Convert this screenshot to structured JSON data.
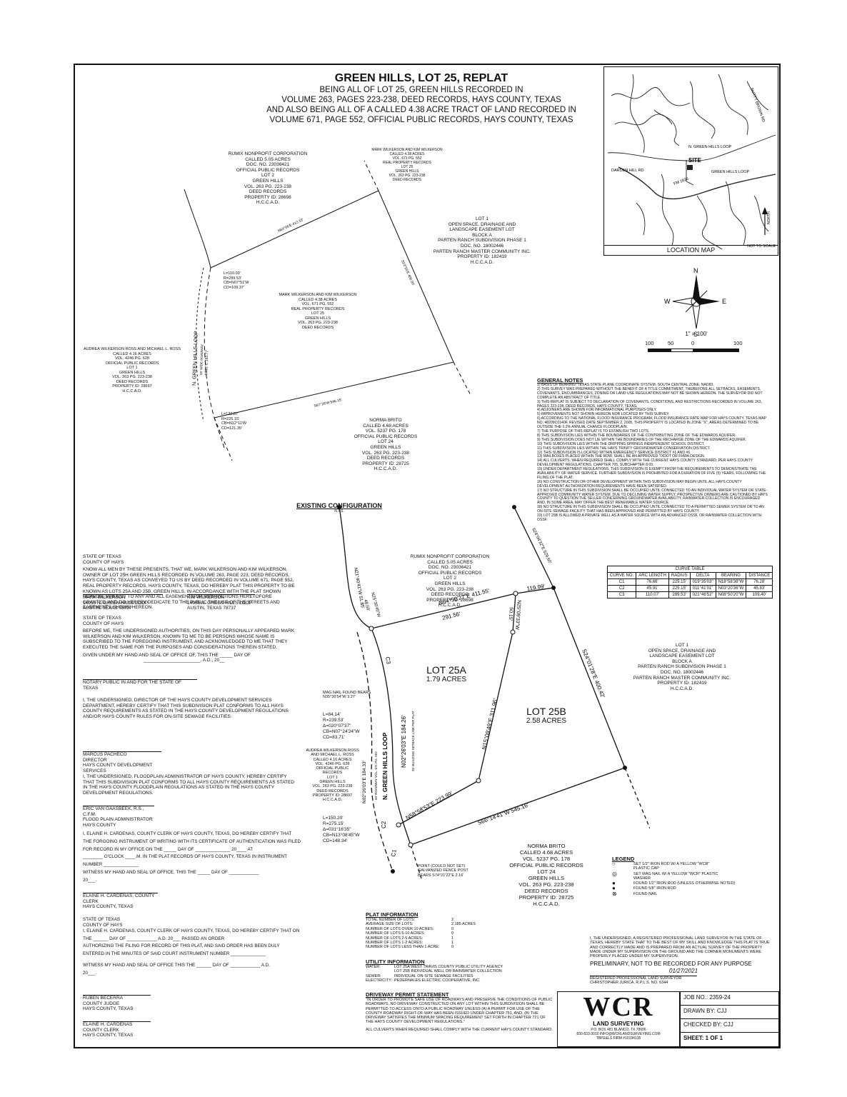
{
  "title": {
    "main": "GREEN HILLS, LOT 25, REPLAT",
    "lines": [
      "BEING ALL OF LOT 25, GREEN HILLS RECORDED IN",
      "VOLUME 263, PAGES 223-238, DEED RECORDS, HAYS COUNTY, TEXAS",
      "AND ALSO BEING ALL OF A CALLED 4.38 ACRE TRACT OF LAND RECORDED IN",
      "VOLUME 671, PAGE 552, OFFICIAL PUBLIC RECORDS, HAYS COUNTY, TEXAS"
    ]
  },
  "location_map": {
    "label": "LOCATION MAP",
    "site": "SITE",
    "not_to_scale": "NOT TO SCALE",
    "north": "NORTH",
    "roads": [
      "N. GREEN HILLS LOOP",
      "DARDEN HILL RD",
      "GREEN HILLS LOOP",
      "FM 1826",
      "NUTTY BROWN RD"
    ]
  },
  "compass": {
    "n": "N",
    "s": "S",
    "e": "E",
    "w": "W"
  },
  "scale": {
    "label": "1\" = 100'",
    "ticks": [
      "100",
      "50",
      "0",
      "100"
    ]
  },
  "existing": {
    "heading": "EXISTING CONFIGURATION",
    "nts": "N.T.S.",
    "rumix": [
      "RUMIX NONPROFIT CORPORATION",
      "CALLED 5.05 ACRES",
      "DOC. NO. 23036421",
      "OFFICIAL PUBLIC RECORDS",
      "LOT 2",
      "GREEN HILLS",
      "VOL. 263 PG. 223-238",
      "DEED RECORDS",
      "PROPERTY ID: 28698",
      "H.C.C.A.D."
    ],
    "wilkerson_top": [
      "MARK WILKERSON AND KIM WILKERSON",
      "CALLED 4.38 ACRES",
      "VOL. 671 PG. 552",
      "REAL PROPERTY RECORDS",
      "LOT 25",
      "GREEN HILLS",
      "VOL. 263 PG. 223-238",
      "DEED RECORDS"
    ],
    "lot1": [
      "LOT 1",
      "OPEN SPACE, DRAINAGE AND",
      "LANDSCAPE EASEMENT LOT",
      "BLOCK A",
      "PARTEN RANCH SUBDIVISION PHASE 1",
      "DOC. NO. 18002446",
      "PARTEN RANCH MASTER COMMUNITY INC.",
      "PROPERTY ID: 182419",
      "H.C.C.A.D."
    ],
    "wilkerson_mid": [
      "MARK WILKERSON AND KIM WILKERSON",
      "CALLED 4.38 ACRES",
      "VOL. 671 PG. 552",
      "REAL PROPERTY RECORDS",
      "LOT 25",
      "GREEN HILLS",
      "VOL. 263 PG. 223-238",
      "DEED RECORDS"
    ],
    "ross": [
      "AUDREA WILKERSON ROSS AND MICHAEL L. ROSS",
      "CALLED 4.16 ACRES",
      "VOL. 4246 PG. 628",
      "OFFICIAL PUBLIC RECORDS",
      "LOT 1",
      "GREEN HILLS",
      "VOL. 263 PG. 223-238",
      "DEED RECORDS",
      "PROPERTY ID: 28697",
      "H.C.C.A.D."
    ],
    "brito": [
      "NORMA BRITO",
      "CALLED 4.68 ACRES",
      "VOL. 5237 PG. 178",
      "OFFICIAL PUBLIC RECORDS",
      "LOT 24",
      "GREEN HILLS",
      "VOL. 263 PG. 223-238",
      "DEED RECORDS",
      "PROPERTY ID: 28725",
      "H.C.C.A.D."
    ],
    "curve1": [
      "L=110.03'",
      "R=289.53'",
      "CB=N07°51'W",
      "CD=109.37'"
    ],
    "curve2": [
      "L=122.87'",
      "R=225.15'",
      "CB=N12°11'W",
      "CD=121.35'"
    ],
    "road": "N. GREEN HILLS LOOP",
    "road_sub": "50' WIDE ROADWAY",
    "bearings": {
      "north": "N64°06'E 412.10'",
      "east": "S23°55'E 400.00'",
      "south": "S67°26'W 546.15'",
      "west": "N022°E 183.77'"
    }
  },
  "proposed": {
    "rumix": [
      "RUMIX NONPROFIT CORPORATION",
      "CALLED 5.05 ACRES",
      "DOC. NO. 23036421",
      "OFFICIAL PUBLIC RECORDS",
      "LOT 2",
      "GREEN HILLS",
      "VOL. 263 PG. 223-238",
      "DEED RECORDS",
      "PROPERTY ID: 28698",
      "H.C.C.A.D."
    ],
    "lot1": [
      "LOT 1",
      "OPEN SPACE, DRAINAGE AND",
      "LANDSCAPE EASEMENT LOT",
      "BLOCK A",
      "PARTEN RANCH SUBDIVISION PHASE 1",
      "DOC. NO. 18002446",
      "PARTEN RANCH MASTER COMMUNITY INC.",
      "PROPERTY ID: 182419",
      "H.C.C.A.D."
    ],
    "ross": [
      "AUDREA WILKERSON ROSS",
      "AND MICHAEL L. ROSS",
      "CALLED 4.16 ACRES",
      "VOL. 4246 PG. 628",
      "OFFICIAL PUBLIC",
      "RECORDS",
      "LOT 1",
      "GREEN HILLS",
      "VOL. 263 PG. 223-238",
      "DEED RECORDS",
      "PROPERTY ID: 28697",
      "H.C.C.A.D."
    ],
    "brito": [
      "NORMA BRITO",
      "CALLED 4.68 ACRES",
      "VOL. 5237 PG. 178",
      "OFFICIAL PUBLIC RECORDS",
      "LOT 24",
      "GREEN HILLS",
      "VOL. 263 PG. 223-238",
      "DEED RECORDS",
      "PROPERTY ID: 28725",
      "H.C.C.A.D."
    ],
    "lot25a": {
      "name": "LOT 25A",
      "acres": "1.79 ACRES"
    },
    "lot25b": {
      "name": "LOT 25B",
      "acres": "2.58 ACRES"
    },
    "bearings": {
      "n1": "N64°50'27\"E 411.55'",
      "n1b": "291.56'",
      "n2": "119.99'",
      "ne": "S24°04'32\"E 529.60'",
      "e": "S24°01'28\"E 400.42'",
      "div1": "N25°09'33\"W",
      "div1b": "50.15'",
      "div2": "N15°09'49\"E 311.96'",
      "s": "N58°58'53\"E 223.99'",
      "sw": "S66°14'41\"W 545.16'",
      "w1": "N21°40'41\"W 51.85'",
      "w2": "N25°30'45\"W",
      "w2b": "48.50'",
      "road1": "N02°26'03\"E 184.26'",
      "road2": "N02°26'03\"E 184.33'"
    },
    "road": "N. GREEN HILLS LOOP",
    "road_sub": "50' ROADWAY VOL. 671 PG. 552",
    "c1": "C1",
    "c2": "C2",
    "c3": "C3",
    "mag_nail": [
      "MAG NAIL FOUND BEARS",
      "N35°36'54\"W 3.27'"
    ],
    "point_note": [
      "POINT (COULD NOT SET)",
      "GALVANIZED FENCE POST",
      "BEARS S74°21'22\"E 2.16'"
    ],
    "curveA": [
      "L=84.14'",
      "R=239.53'",
      "Δ=020°07'37\"",
      "CB=N07°24'24\"W",
      "CD=83.71'"
    ],
    "curveB": [
      "L=150.20'",
      "R=275.15'",
      "Δ=031°16'35\"",
      "CB=N13°08'45\"W",
      "CD=148.34'"
    ],
    "setback": "25' BUILDING SETBACK LINE PER PLAT"
  },
  "notes": {
    "heading": "GENERAL NOTES",
    "items": [
      "1) BASIS OF BEARING: TEXAS STATE PLANE COORDINATE SYSTEM, SOUTH CENTRAL ZONE, NAD83.",
      "2) THIS SURVEY WAS PREPARED WITHOUT THE BENEFIT OF A TITLE COMMITMENT, THEREFORE ALL SETBACKS, EASEMENTS, COVENANTS, ENCUMBRANCES, ZONING OR LAND USE REGULATIONS MAY NOT BE SHOWN HEREON. THE SURVEYOR DID NOT COMPLETE AN ABSTRACT OF TITLE.",
      "3) THIS REPLAT IS SUBJECT TO DECLARATION OF COVENANTS, CONDITIONS, AND RESTRICTIONS RECORDED IN VOLUME 263, PAGES 223-238, DEED RECORDS, HAYS COUNTY, TEXAS.",
      "4) ADJOINERS ARE SHOWN FOR INFORMATIONAL PURPOSES ONLY.",
      "5) IMPROVEMENTS NOT SHOWN HEREON NOR LOCATED BY THIS SURVEY.",
      "6) ACCORDING TO THE NATIONAL FLOOD INSURANCE PROGRAM, FLOOD INSURANCE RATE MAP FOR HAYS COUNTY, TEXAS MAP NO. 48209C0140F, REVISED DATE SEPTEMBER 2, 2005, THIS PROPERTY IS LOCATED IN ZONE \"X\", AREAS DETERMINED TO BE OUTSIDE THE 0.2% ANNUAL CHANCE FLOODPLAIN.",
      "7) THE PURPOSE OF THIS REPLAT IS TO ESTABLISH TWO LOTS.",
      "8) THIS SUBDIVISION LIES WITHIN THE BOUNDARIES OF THE CONTRIBUTING ZONE OF THE EDWARDS AQUIFER.",
      "9) THIS SUBDIVISION DOES NOT LIE WITHIN THE BOUNDARIES OF THE RECHARGE ZONE OF THE EDWARDS AQUIFER.",
      "10) THIS SUBDIVISION LIES WITHIN THE DRIPPING SPRINGS INDEPENDENT SCHOOL DISTRICT.",
      "11) THIS SUBDIVISION LIES WITHIN THE HAYS TRINITY GROUNDWATER CONSERVATION DISTRICT.",
      "12) THIS SUBDIVISION IS LOCATED WITHIN EMERGENCY SERVICE DISTRICT #1 AND #6.",
      "13) MAILBOXES PLACED WITHIN THE ROW, SHALL BE AN APPROVED TXDOT OR FHWA DESIGN.",
      "14) ALL CULVERTS, WHEN REQUIRED SHALL COMPLY WITH THE CURRENT HAYS COUNTY STANDARD, PER HAYS COUNTY DEVELOPMENT REGULATIONS, CHAPTER 705, SUBCHAPTER 8.03.",
      "15) UNDER DEPARTMENT REGULATIONS, THIS SUBDIVISION IS EXEMPT FROM THE REQUIREMENTS TO DEMONSTRATE THE AVAILABILITY OF WATER SERVICE. FURTHER SUBDIVISION IS PROHIBITED FOR A DURATION OF FIVE (5) YEARS, FOLLOWING THE FILING OF THE PLAT.",
      "16) NO CONSTRUCTION OR OTHER DEVELOPMENT WITHIN THIS SUBDIVISION MAY BEGIN UNTIL ALL HAYS COUNTY DEVELOPMENT AUTHORIZATION REQUIREMENTS HAVE BEEN SATISFIED.",
      "17) NO STRUCTURE IN THIS SUBDIVISION SHALL BE OCCUPIED UNTIL CONNECTED TO AN INDIVIDUAL WATER SYSTEM OR STATE-APPROVED COMMUNITY WATER SYSTEM. DUE TO DECLINING WATER SUPPLY, PROSPECTIVE OWNERS ARE CAUTIONED BY HAYS COUNTY TO QUESTION THE SELLER CONCERNING GROUNDWATER AVAILABILITY. RAINWATER COLLECTION IS ENCOURAGED AND, IN SOME AREA, MAY OFFER THE BEST RENEWABLE WATER SOURCE.",
      "18) NO STRUCTURE IN THIS SUBDIVISION SHALL BE OCCUPIED UNTIL CONNECTED TO A PERMITTED SEWER SYSTEM OR TO AN ON-SITE SEWAGE FACILITY THAT HAS BEEN APPROVED AND PERMITTED BY HAYS COUNTY.",
      "19) LOT 25B IS ALLOWED A PRIVATE WELL AS A WATER SOURCE WITH AN ADVANCED OSSF, OR RAINWATER COLLECTION WITH OSSF."
    ]
  },
  "curve_table": {
    "title": "CURVE TABLE",
    "headers": [
      "CURVE NO.",
      "ARC LENGTH",
      "RADIUS",
      "DELTA",
      "BEARING",
      "DISTANCE"
    ],
    "rows": [
      [
        "C1",
        "76.66'",
        "225.15'",
        "019°35'03\"",
        "N18°58'38\"W",
        "76.28'"
      ],
      [
        "C2",
        "45.91'",
        "225.15'",
        "011°41'01\"",
        "N03°20'36\"W",
        "45.83'"
      ],
      [
        "C3",
        "110.07'",
        "289.53'",
        "021°46'52\"",
        "N08°50'20\"W",
        "109.40'"
      ]
    ]
  },
  "owner_cert": {
    "head": [
      "STATE OF TEXAS",
      "COUNTY OF HAYS"
    ],
    "body": "KNOW ALL MEN BY THESE PRESENTS, THAT WE, MARK WILKERSON AND KIM WILKERSON, OWNER OF LOT 25H GREEN HILLS RECORDED IN VOLUME 263, PAGE 223, DEED RECORDS, HAYS COUNTY, TEXAS AS CONVEYED TO US BY DEED RECORDED IN VOLUME 671, PAGE 552, REAL PROPERTY RECORDS, HAYS COUNTY, TEXAS, DO HEREBY PLAT THIS PROPERTY TO BE KNOWN AS LOTS 25A AND 25B, GREEN HILLS, IN ACCORDANCE WITH THE PLAT SHOWN HEREON, SUBJECT TO ANY AND ALL EASEMENTS OR RESTRICTIONS HERETOFORE GRANTED, AND DO HEREBY DEDICATE TO THE PUBLIC THE USE OF THE STREETS AND EASEMENTS SHOWN HEREON.",
    "sig1": [
      "MARK WILKERSON",
      "14055 N. GREEN HILLS LOOP",
      "AUSTIN, TEXAS 78737"
    ],
    "sig2": [
      "KIM WILKERSON",
      "14055 N. GREEN HILLS LOOP",
      "AUSTIN, TEXAS 78737"
    ]
  },
  "notary": {
    "head": [
      "STATE OF TEXAS",
      "COUNTY OF HAYS"
    ],
    "body": "BEFORE ME, THE UNDERSIGNED AUTHORITIES, ON THIS DAY PERSONALLY APPEARED MARK WILKERSON AND KIM WILKERSON, KNOWN TO ME TO BE PERSONS WHOSE NAME IS SUBSCRIBED TO THE FOREGOING INSTRUMENT, AND ACKNOWLEDGED TO ME THAT THEY EXECUTED THE SAME FOR THE PURPOSES AND CONSIDERATIONS THEREIN STATED.",
    "given": "GIVEN UNDER MY HAND AND SEAL OF OFFICE OF, THIS THE _____ DAY OF",
    "ad": "______________________, A.D., 20__",
    "sig": "NOTARY PUBLIC IN AND FOR THE STATE OF TEXAS"
  },
  "director": {
    "body": "I, THE UNDERSIGNED, DIRECTOR OF THE HAYS COUNTY DEVELOPMENT SERVICES DEPARTMENT, HEREBY CERTIFY THAT THIS SUBDIVISION PLAT CONFORMS TO ALL HAYS COUNTY REQUIREMENTS AS STATED IN THE HAYS COUNTY DEVELOPMENT REGULATIONS AND/OR HAYS COUNTY RULES FOR ON-SITE SEWAGE FACILITIES.",
    "sig": [
      "MARCUS PACHECO",
      "DIRECTOR",
      "HAYS COUNTY DEVELOPMENT SERVICES"
    ]
  },
  "floodplain": {
    "body": "I, THE UNDERSIGNED, FLOODPLAIN ADMINISTRATOR OF HAYS COUNTY, HEREBY CERTIFY THAT THIS SUBDIVISION PLAT CONFORMS TO ALL HAYS COUNTY REQUIREMENTS AS STATED IN THE HAYS COUNTY FLOODPLAIN REGULATIONS AS STATED IN THE HAYS COUNTY DEVELOPMENT REGULATIONS.",
    "sig": [
      "ERIC VAN GAASBEEK, R.S., C.F.M.",
      "FLOOD PLAIN ADMINISTRATOR",
      "HAYS COUNTY"
    ]
  },
  "clerk": {
    "lines": [
      "I, ELAINE H. CARDENAS, COUNTY CLERK OF HAYS COUNTY, TEXAS, DO HEREBY CERTIFY THAT",
      "THE FORGOING INSTRUMENT OF WRITING WITH ITS CERTIFICATE OF AUTHENTICATION WAS FILED",
      "FOR RECORD IN MY OFFICE ON THE _____ DAY OF ______________ 20____ AT",
      "________ O'CLOCK ____.M. IN THE PLAT RECORDS OF HAYS COUNTY, TEXAS IN INSTRUMENT",
      "NUMBER ______________",
      "WITNESS MY HAND AND SEAL OF OFFICE, THIS THE _____ DAY OF ____________",
      "20___."
    ],
    "sig": [
      "ELAINE H. CARDENAS, COUNTY CLERK",
      "HAYS COUNTY, TEXAS"
    ]
  },
  "clerk2": {
    "head": [
      "STATE OF TEXAS",
      "COUNTY OF HAYS"
    ],
    "lines": [
      "I, ELAINE H. CARDENAS, COUNTY CLERK OF HAYS COUNTY, TEXAS, DO HEREBY CERTIFY THAT ON",
      "THE ______ DAY OF ____________ A.D. 20___ PASSED AN ORDER",
      "AUTHORIZING THE FILING FOR RECORD OF THIS PLAT, AND SAID ORDER HAS BEEN DULY",
      "ENTERED IN THE MINUTES OF SAID COURT INSTRUMENT NUMBER ______________",
      "WITNESS MY HAND AND SEAL OF OFFICE THIS THE ______ DAY OF ____________ A.D.",
      "20___."
    ],
    "sig1": [
      "RUBEN BECERRA",
      "COUNTY JUDGE",
      "HAYS COUNTY, TEXAS"
    ],
    "sig2": [
      "ELAINE H. CARDENAS",
      "COUNTY CLERK",
      "HAYS COUNTY, TEXAS"
    ]
  },
  "plat_info": {
    "heading": "PLAT INFORMATION",
    "rows": [
      [
        "TOTAL NUMBER OF LOTS:",
        "2"
      ],
      [
        "AVERAGE SIZE OF LOTS:",
        "2.185 ACRES"
      ],
      [
        "NUMBER OF LOTS OVER 10 ACRES:",
        "0"
      ],
      [
        "NUMBER OF LOTS 5-10 ACRES:",
        "0"
      ],
      [
        "NUMBER OF LOTS 2-5 ACRES:",
        "1"
      ],
      [
        "NUMBER OF LOTS 1-2 ACRES:",
        "1"
      ],
      [
        "NUMBER OF LOTS LESS THAN 1 ACRE:",
        "0"
      ]
    ]
  },
  "utility": {
    "heading": "UTILITY INFORMATION",
    "rows": [
      [
        "WATER:",
        "LOT 25A WEST TRAVIS COUNTY PUBLIC UTILITY AGENCY"
      ],
      [
        "",
        "LOT 25B INDIVIDUAL WELL OR RAINWATER COLLECTION"
      ],
      [
        "SEWER:",
        "INDIVIDUAL ON-SITE SEWAGE FACILITIES"
      ],
      [
        "ELECTRICITY:",
        "PEDERNALES ELECTRIC COOPERATIVE, INC."
      ]
    ]
  },
  "driveway": {
    "heading": "DRIVEWAY PERMIT STATEMENT",
    "body": "\"IN ORDER TO PROMOTE SAFE USE OF ROADWAYS AND PRESERVE THE CONDITIONS OF PUBLIC ROADWAYS, NO DRIVEWAY CONSTRUCTED ON ANY LOT WITHIN THIS SUBDIVISION SHALL BE PERMITTED TO ACCESS ONTO A PUBLIC ROADWAY UNLESS (A) A PERMIT FOR USE OF THE COUNTY ROADWAY RIGHT-OF-WAY HAS BEEN ISSUED UNDER CHAPTER 751, AND, (B) THE DRIVEWAY SATISFIES THE MINIMUM SPACING REQUIREMENT SET FORTH IN CHAPTER 721 OF THE HAYS COUNTY DEVELOPMENT REGULATIONS.\"",
    "body2": "ALL CULVERTS WHEN REQUIRED SHALL COMPLY WITH THE CURRENT HAYS COUNTY STANDARD."
  },
  "legend": {
    "heading": "LEGEND",
    "items": [
      "SET 1/2\" IRON ROD W/ A YELLOW \"WCR\" PLASTIC CAP",
      "SET MAG NAIL W/ A YELLOW \"WCR\" PLASTIC WASHER",
      "FOUND 1/2\" IRON ROD (UNLESS OTHERWISE NOTED)",
      "FOUND 5/8\" IRON ROD",
      "FOUND NAIL"
    ]
  },
  "surveyor": {
    "body": "I, THE UNDERSIGNED, A REGISTERED PROFESSIONAL LAND SURVEYOR IN THE STATE OF TEXAS, HEREBY STATE THAT TO THE BEST OF MY SKILL AND KNOWLEDGE THIS PLAT IS TRUE AND CORRECTLY MADE AND IS PREPARED FROM AN ACTUAL SURVEY OF THE PROPERTY MADE UNDER MY SUPERVISION ON THE GROUND AND THE CORNER MONUMENTS WERE PROPERLY PLACED UNDER MY SUPERVISION.",
    "prelim": "PRELIMINARY, NOT TO BE RECORDED FOR ANY PURPOSE",
    "date": "01/27/2021",
    "sig": [
      "REGISTERED PROFESSIONAL LAND SURVEYOR",
      "CHRISTOPHER JURICA, R.P.L.S. NO. 6344"
    ]
  },
  "firm": {
    "logo": "WCR",
    "name": "LAND SURVEYING",
    "lines": [
      "P.O. BOX 481 BLANCO, TX 78606",
      "830-833-3010 INFO@WCRLANDSURVEYING.COM",
      "TBPE&LS FIRM #10194135"
    ]
  },
  "titleblock": {
    "job": "JOB NO.: 2359-24",
    "drawn": "DRAWN BY: CJJ",
    "checked": "CHECKED BY: CJJ",
    "sheet": "SHEET: 1 OF 1"
  }
}
